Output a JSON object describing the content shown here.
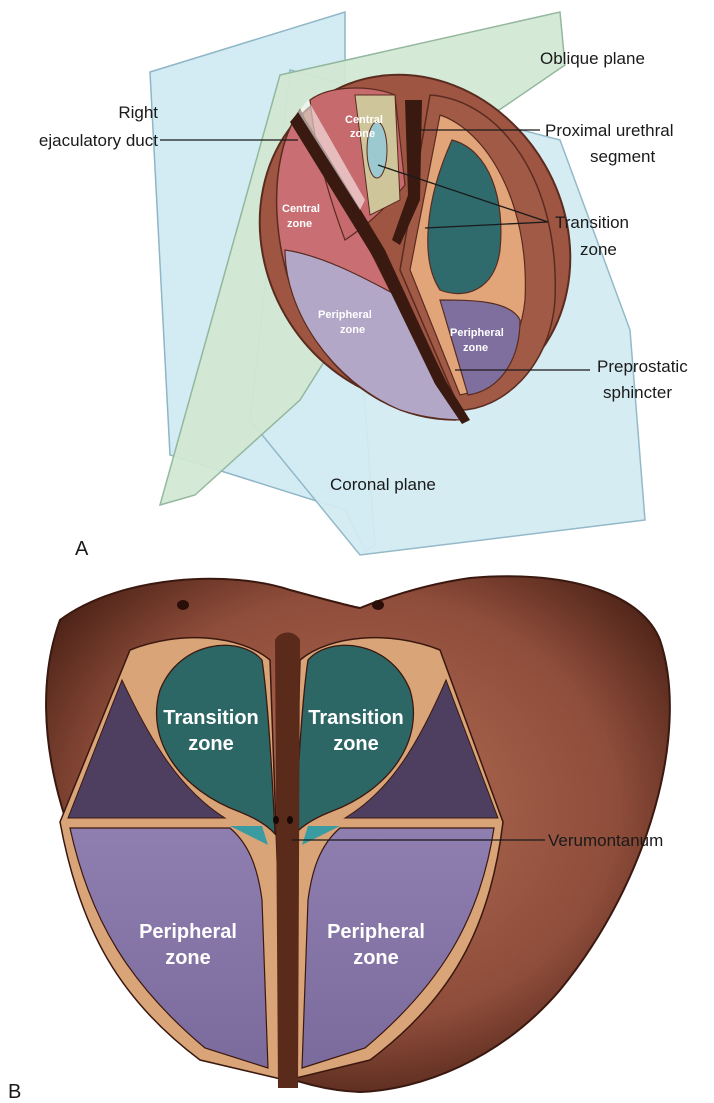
{
  "panel_a": {
    "panel_label": "A",
    "labels": {
      "oblique_plane": "Oblique plane",
      "coronal_plane": "Coronal plane",
      "right_ejaculatory_duct_line1": "Right",
      "right_ejaculatory_duct_line2": "ejaculatory duct",
      "proximal_urethral_line1": "Proximal urethral",
      "proximal_urethral_line2": "segment",
      "transition_zone_line1": "Transition",
      "transition_zone_line2": "zone",
      "preprostatic_line1": "Preprostatic",
      "preprostatic_line2": "sphincter"
    },
    "zones": {
      "central_upper_1": "Central",
      "central_upper_2": "zone",
      "central_lower_1": "Central",
      "central_lower_2": "zone",
      "peripheral_left_1": "Peripheral",
      "peripheral_left_2": "zone",
      "peripheral_right_1": "Peripheral",
      "peripheral_right_2": "zone"
    }
  },
  "panel_b": {
    "panel_label": "B",
    "labels": {
      "verumontanum": "Verumontanum"
    },
    "zones": {
      "transition_left_1": "Transition",
      "transition_left_2": "zone",
      "transition_right_1": "Transition",
      "transition_right_2": "zone",
      "peripheral_left_1": "Peripheral",
      "peripheral_left_2": "zone",
      "peripheral_right_1": "Peripheral",
      "peripheral_right_2": "zone"
    }
  },
  "colors": {
    "oblique_plane": "#cfe6d2",
    "coronal_plane": "#cfe8f0",
    "capsule_brown": "#8a4a3a",
    "central_zone": "#c8686a",
    "transition_zone": "#2f6a6a",
    "peripheral_zone": "#8a7aa8",
    "stroma_tan": "#e0a878",
    "urethra_dark": "#3a1a10"
  }
}
